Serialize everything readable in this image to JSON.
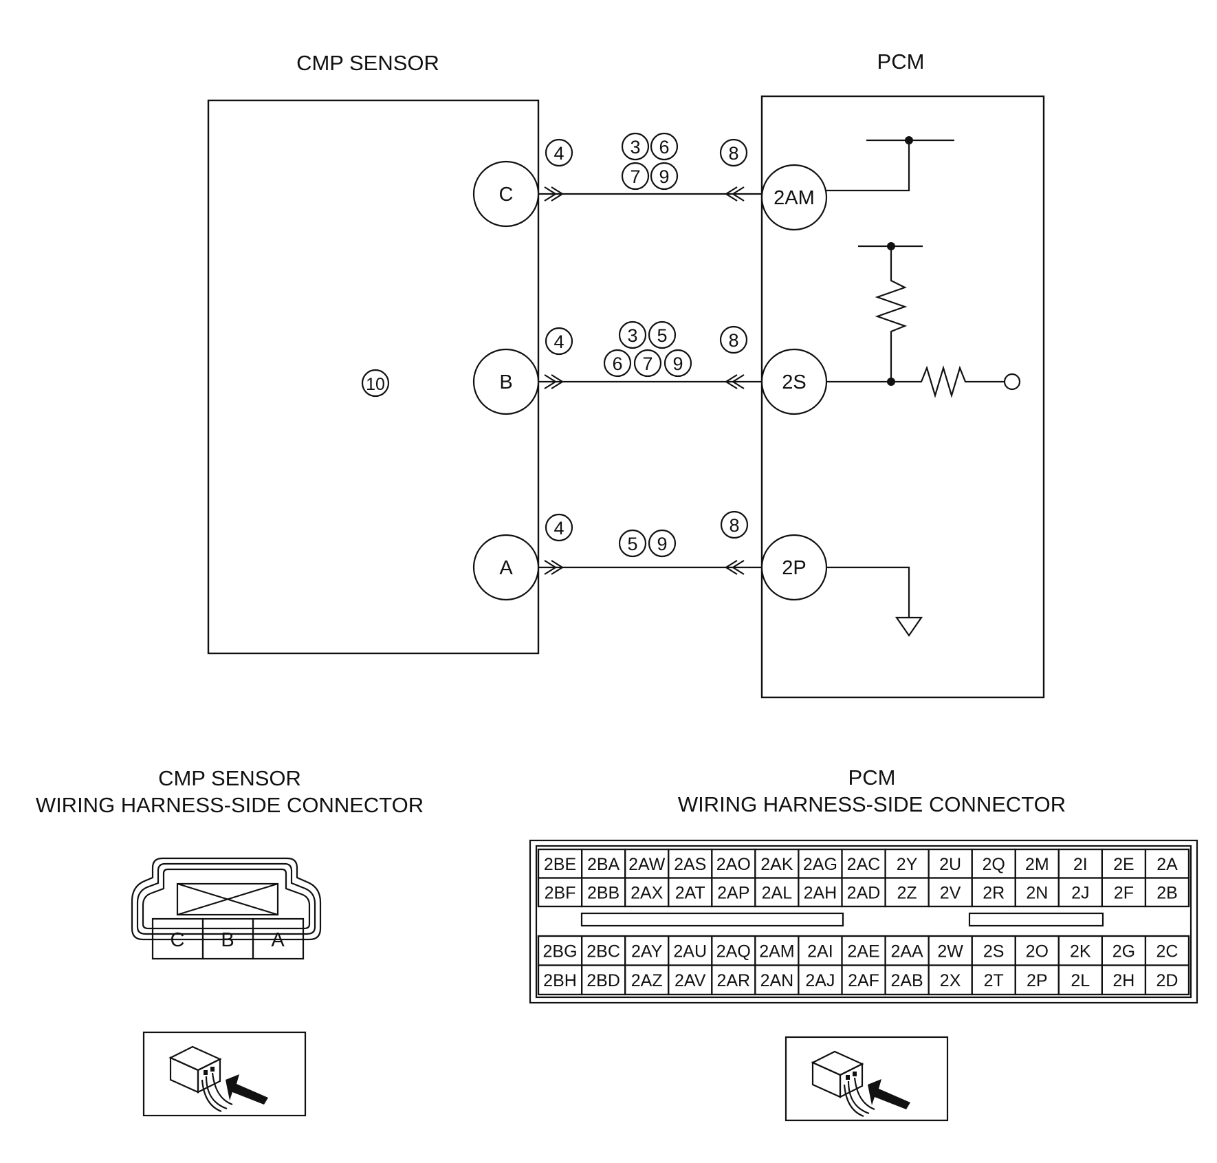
{
  "colors": {
    "ink": "#111111",
    "background": "#ffffff"
  },
  "schematic": {
    "sensor_title": "CMP SENSOR",
    "pcm_title": "PCM",
    "sensor_component_ref": "10",
    "circuits": [
      {
        "sensor_pin": "C",
        "pcm_pin": "2AM",
        "sensor_side_ref": "4",
        "pcm_side_ref": "8",
        "wire_refs": [
          [
            "3",
            "6"
          ],
          [
            "7",
            "9"
          ]
        ]
      },
      {
        "sensor_pin": "B",
        "pcm_pin": "2S",
        "sensor_side_ref": "4",
        "pcm_side_ref": "8",
        "wire_refs": [
          [
            "3",
            "5"
          ],
          [
            "6",
            "7",
            "9"
          ]
        ]
      },
      {
        "sensor_pin": "A",
        "pcm_pin": "2P",
        "sensor_side_ref": "4",
        "pcm_side_ref": "8",
        "wire_refs": [
          [
            "5",
            "9"
          ]
        ]
      }
    ]
  },
  "sensor_connector": {
    "title_line1": "CMP SENSOR",
    "title_line2": "WIRING HARNESS-SIDE CONNECTOR",
    "terminals": [
      "C",
      "B",
      "A"
    ],
    "icon": "harness-side-connector-icon"
  },
  "pcm_connector": {
    "title_line1": "PCM",
    "title_line2": "WIRING HARNESS-SIDE CONNECTOR",
    "upper_rows": [
      [
        "2BE",
        "2BA",
        "2AW",
        "2AS",
        "2AO",
        "2AK",
        "2AG",
        "2AC",
        "2Y",
        "2U",
        "2Q",
        "2M",
        "2I",
        "2E",
        "2A"
      ],
      [
        "2BF",
        "2BB",
        "2AX",
        "2AT",
        "2AP",
        "2AL",
        "2AH",
        "2AD",
        "2Z",
        "2V",
        "2R",
        "2N",
        "2J",
        "2F",
        "2B"
      ]
    ],
    "lower_rows": [
      [
        "2BG",
        "2BC",
        "2AY",
        "2AU",
        "2AQ",
        "2AM",
        "2AI",
        "2AE",
        "2AA",
        "2W",
        "2S",
        "2O",
        "2K",
        "2G",
        "2C"
      ],
      [
        "2BH",
        "2BD",
        "2AZ",
        "2AV",
        "2AR",
        "2AN",
        "2AJ",
        "2AF",
        "2AB",
        "2X",
        "2T",
        "2P",
        "2L",
        "2H",
        "2D"
      ]
    ],
    "icon": "harness-side-connector-icon"
  }
}
